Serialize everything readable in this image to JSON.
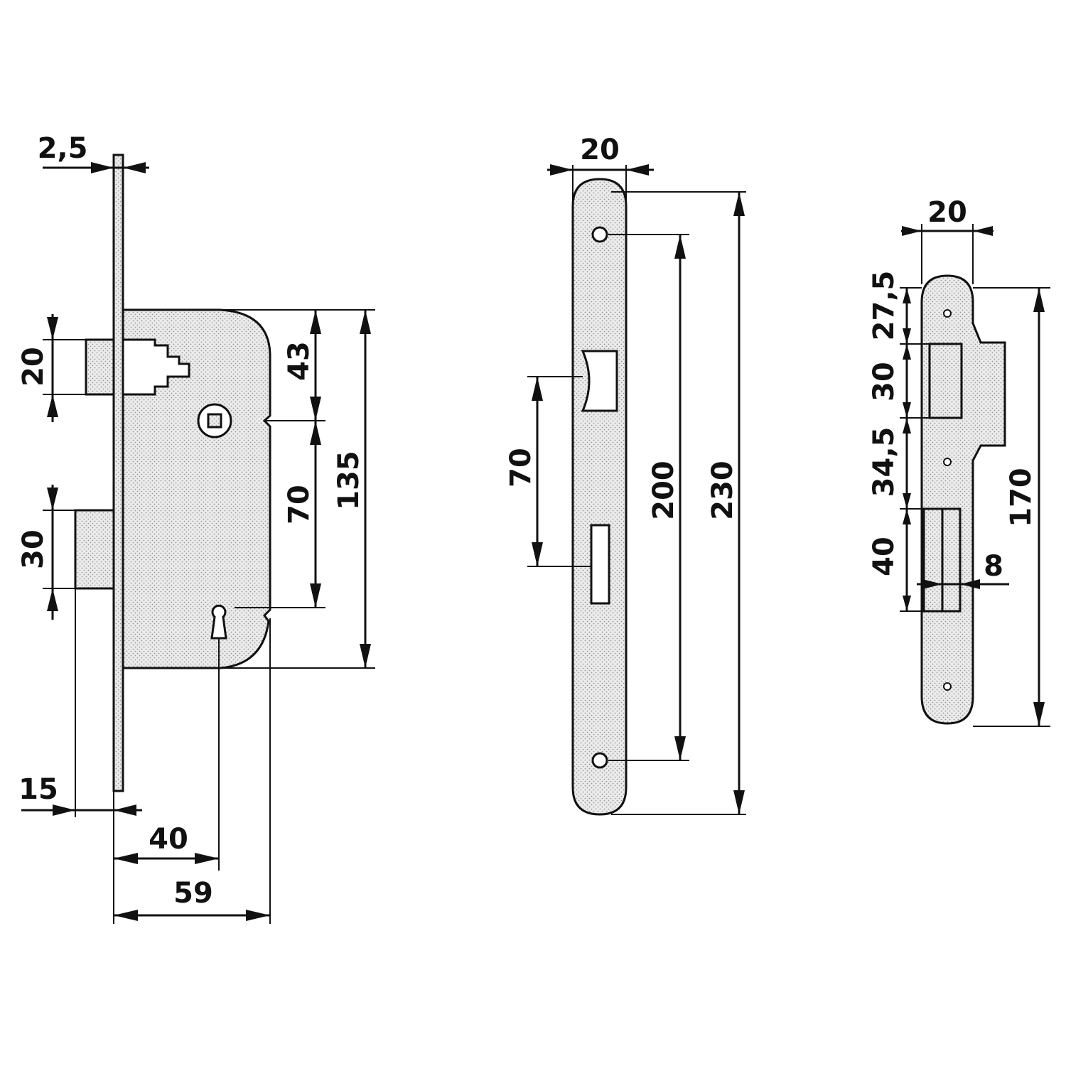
{
  "lock_body": {
    "dims": {
      "faceplate_thickness": "2,5",
      "latch_height": "20",
      "deadbolt_height": "30",
      "follower_offset": "43",
      "handle_to_key_distance": "70",
      "body_height": "135",
      "faceplate_offset": "15",
      "backset": "40",
      "body_depth": "59"
    }
  },
  "faceplate": {
    "dims": {
      "width": "20",
      "bolt_spacing": "70",
      "screw_spacing": "200",
      "total_length": "230"
    }
  },
  "strike_plate": {
    "dims": {
      "width": "20",
      "top_offset": "27,5",
      "latch_opening": "30",
      "between_openings": "34,5",
      "bolt_opening": "40",
      "opening_depth": "8",
      "total_length": "170"
    }
  },
  "colors": {
    "line": "#111111",
    "fill": "#e6e6e6",
    "background": "#ffffff"
  }
}
